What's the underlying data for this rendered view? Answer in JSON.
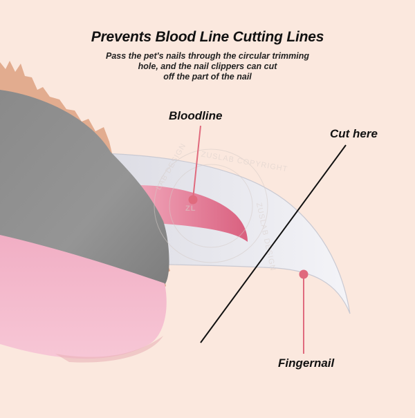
{
  "header": {
    "title": "Prevents Blood Line Cutting Lines",
    "subtitle_lines": [
      "Pass the pet's nails through the circular trimming",
      "hole, and the nail clippers can cut",
      "off the part of the nail"
    ]
  },
  "labels": {
    "bloodline": "Bloodline",
    "cut_here": "Cut here",
    "fingernail": "Fingernail"
  },
  "watermark": {
    "text": "ZUSLAB COPYRIGHT",
    "monogram": "ZL",
    "text_left": "LAB DESIGN",
    "text_right": "ZUSLAB DESIGN"
  },
  "colors": {
    "background": "#fbe8de",
    "fur": "#e2ac8f",
    "paw_gray": "#8c8c8c",
    "paw_pink": "#f4b5c9",
    "nail": "#e9e9ef",
    "quick": "#e07b97",
    "pointer": "#e06a7d",
    "cut_line": "#111111"
  }
}
